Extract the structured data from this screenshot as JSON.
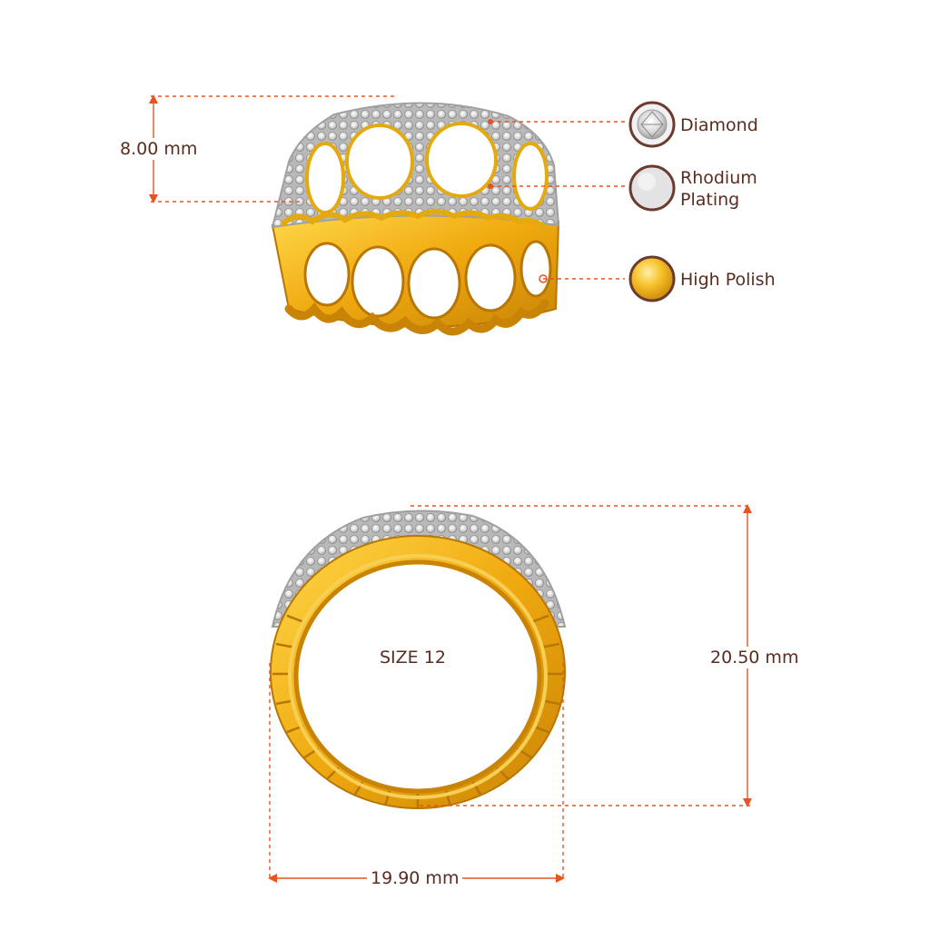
{
  "dimensions": {
    "height": "8.00 mm",
    "diameter_outer": "20.50 mm",
    "width": "19.90 mm",
    "ring_size": "SIZE 12"
  },
  "legend": [
    {
      "label": "Diamond",
      "swatch": "diamond-icon",
      "color": "#e6e6e6"
    },
    {
      "label": "Rhodium\nPlating",
      "swatch": "rhodium-icon",
      "color": "#e2e2e2"
    },
    {
      "label": "High Polish",
      "swatch": "gold-icon",
      "color": "#f5c142"
    }
  ],
  "colors": {
    "dimension_line": "#e8541f",
    "text": "#5a2c20",
    "gold": "#f2b51c",
    "gold_dark": "#d18a05",
    "swatch_ring": "#6b3b2e"
  }
}
